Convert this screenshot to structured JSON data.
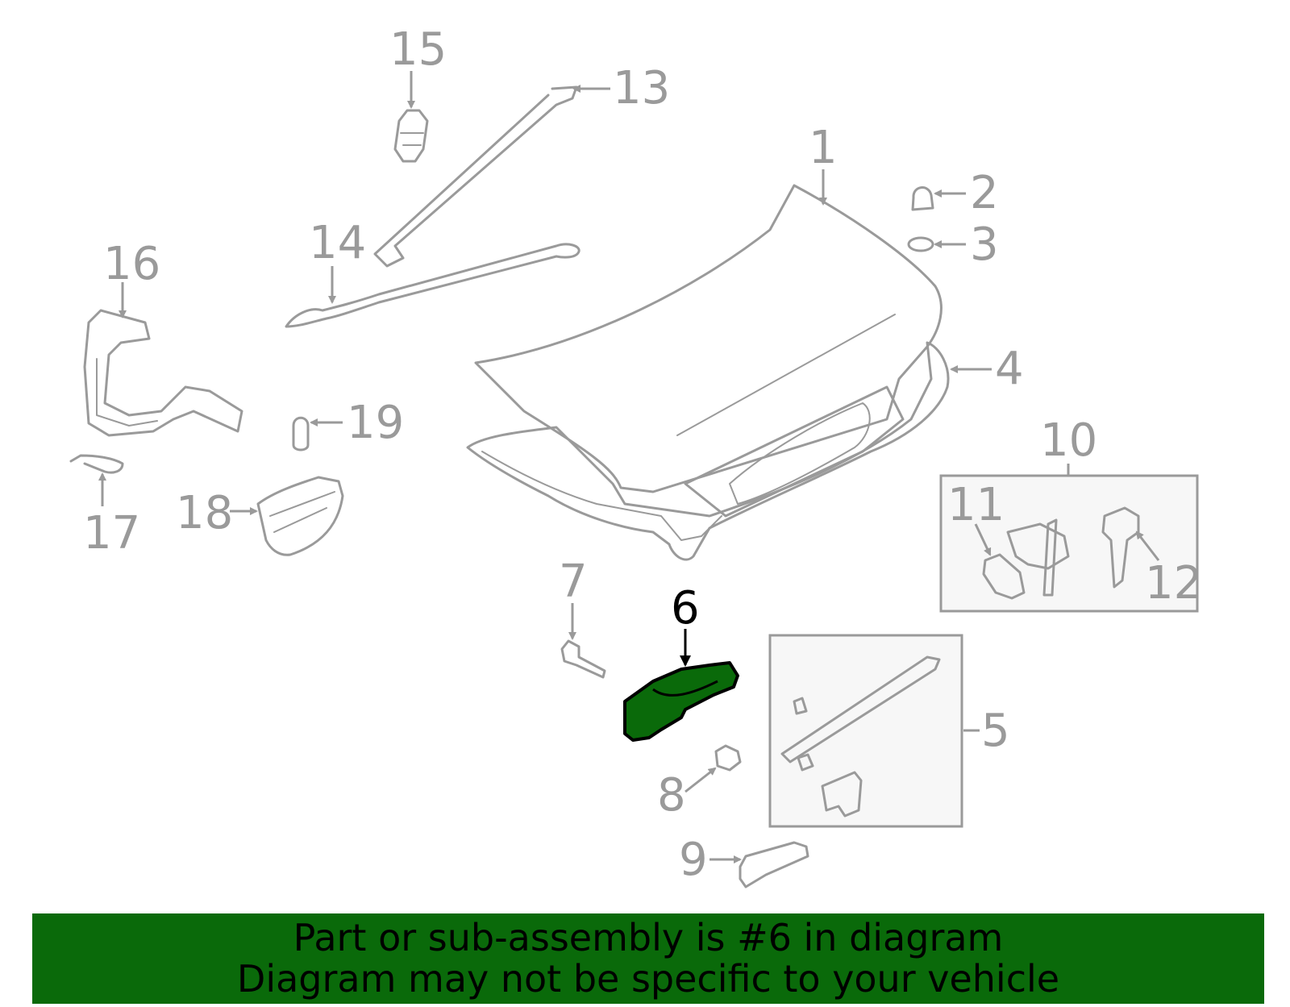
{
  "diagram": {
    "highlight_part": "6",
    "highlight_color": "#0a6a0a",
    "line_color": "#9a9a9a",
    "callouts": [
      "1",
      "2",
      "3",
      "4",
      "5",
      "6",
      "7",
      "8",
      "9",
      "10",
      "11",
      "12",
      "13",
      "14",
      "15",
      "16",
      "17",
      "18",
      "19"
    ]
  },
  "banner": {
    "background": "#0a6a0a",
    "line1": "Part or sub-assembly is #6 in diagram",
    "line2": "Diagram may not be specific to your vehicle"
  }
}
